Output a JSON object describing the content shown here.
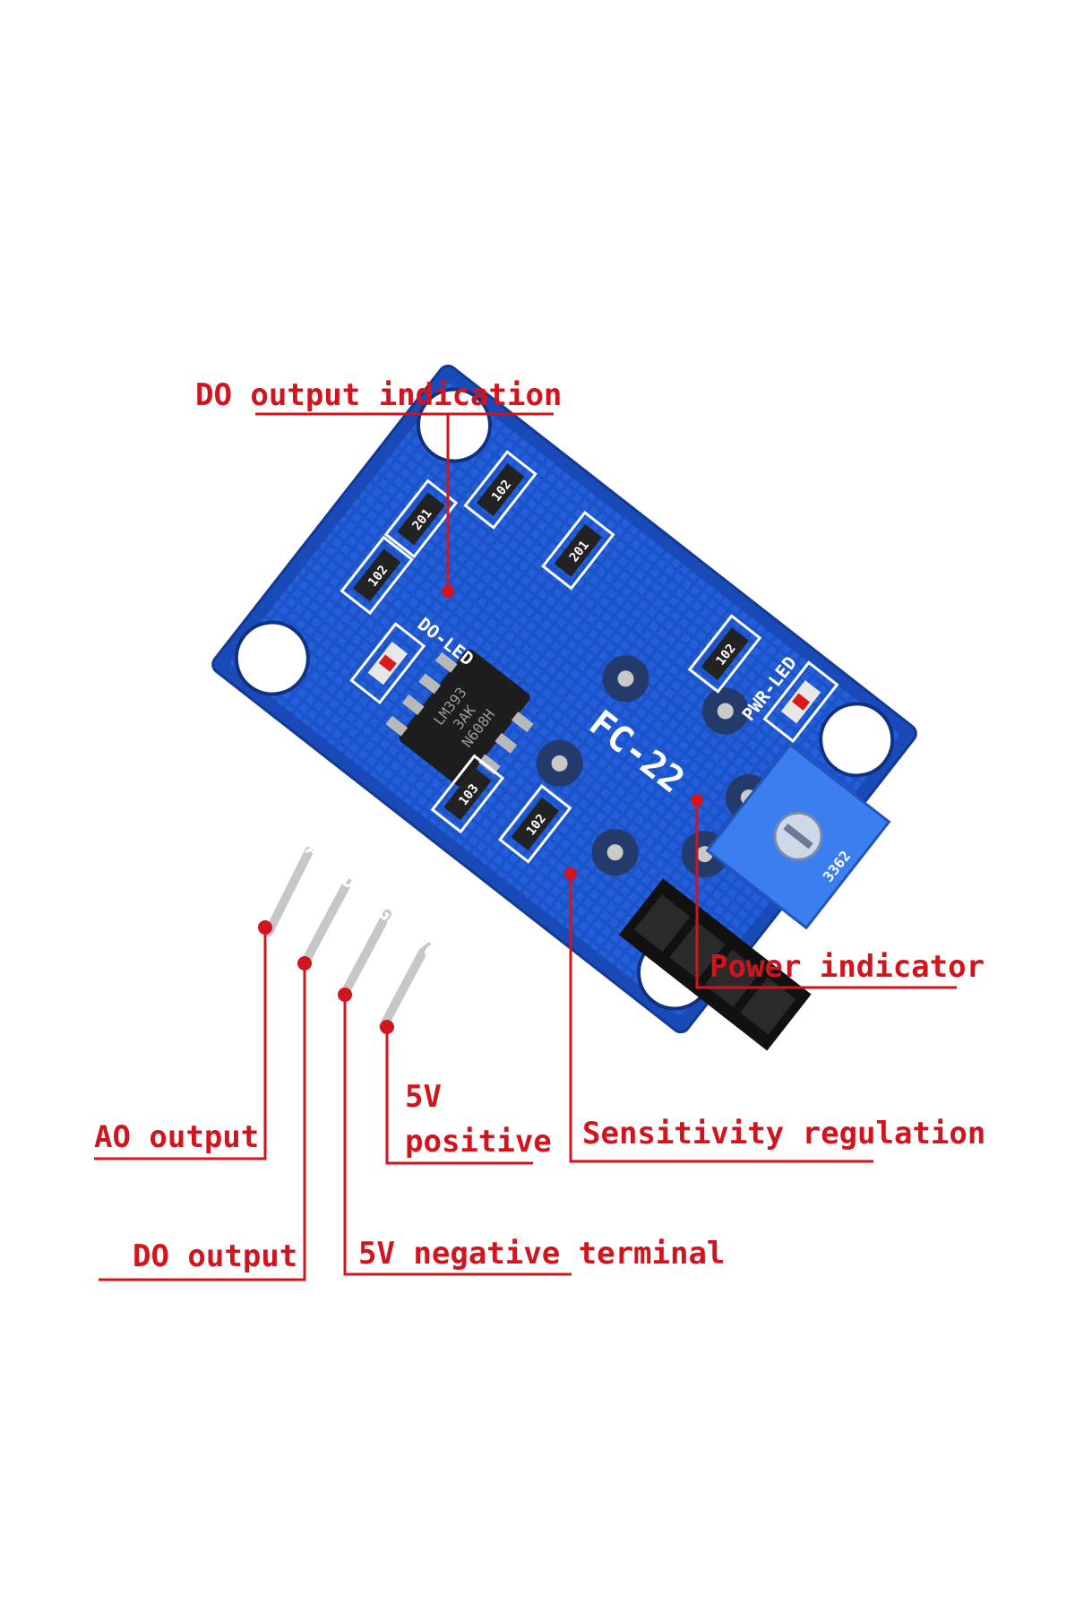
{
  "colors": {
    "annotation": "#d2141e",
    "pcb": "#1b4fc2",
    "background": "#ffffff"
  },
  "board": {
    "model": "FC-22",
    "chip": [
      "LM393",
      "3AK",
      "N608H"
    ],
    "led_labels": {
      "do_led": "DO-LED",
      "pwr_led": "PWR-LED"
    },
    "resistor_codes": [
      "102",
      "102",
      "103",
      "102",
      "102",
      "201",
      "201"
    ],
    "pin_labels": [
      "A",
      "DO",
      "GND",
      "VCC"
    ],
    "pot_code": "3362"
  },
  "annotations": {
    "do_indication": "DO output indication",
    "power_indicator": "Power indicator",
    "ao_output": "AO output",
    "pos_line1": "5V",
    "pos_line2": "positive",
    "sensitivity": "Sensitivity regulation",
    "do_output": "DO output",
    "neg_terminal": "5V negative terminal"
  }
}
